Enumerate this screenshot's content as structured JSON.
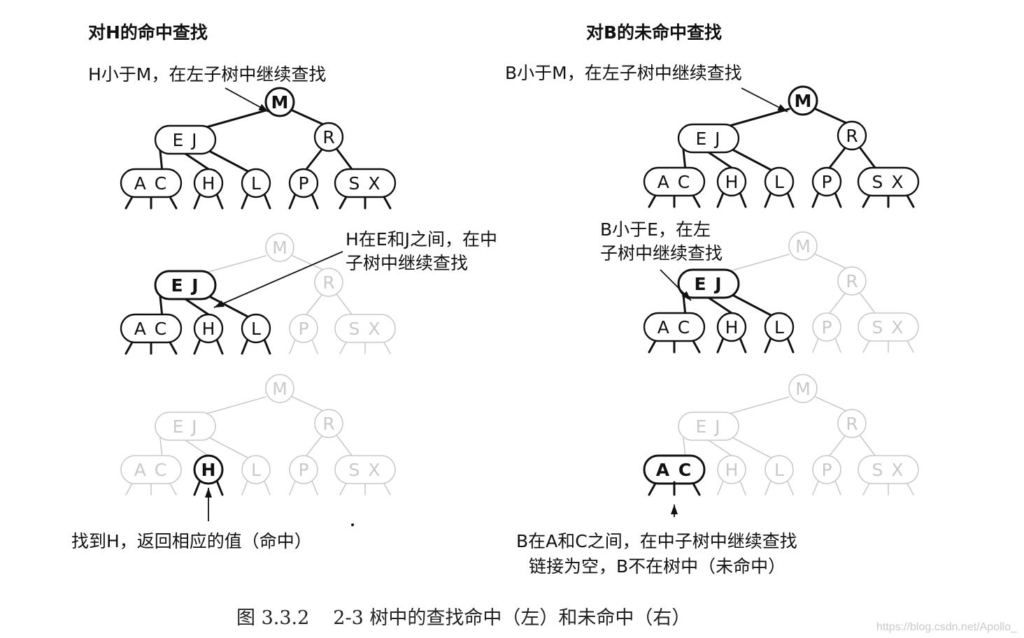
{
  "left_panel": {
    "title": "对H的命中查找",
    "step1_note": "H小于M，在左子树中继续查找",
    "step2_note": [
      "H在E和J之间，在中",
      "子树中继续查找"
    ],
    "step3_note": "找到H，返回相应的值（命中）"
  },
  "right_panel": {
    "title": "对B的未命中查找",
    "step1_note": "B小于M，在左子树中继续查找",
    "step2_note": [
      "B小于E，在左",
      "子树中继续查找"
    ],
    "step3_note": [
      "B在A和C之间，在中子树中继续查找",
      "链接为空，B不在树中（未命中）"
    ]
  },
  "tree": {
    "root": "M",
    "left_node": "E J",
    "right_node": "R",
    "leaves": [
      "A C",
      "H",
      "L",
      "P",
      "S X"
    ]
  },
  "caption": {
    "number": "图 3.3.2",
    "text": "2-3 树中的查找命中（左）和未命中（右）"
  },
  "watermark": "https://blog.csdn.net/Apollo_",
  "colors": {
    "active": "#111111",
    "faded": "#c9c9c9"
  }
}
